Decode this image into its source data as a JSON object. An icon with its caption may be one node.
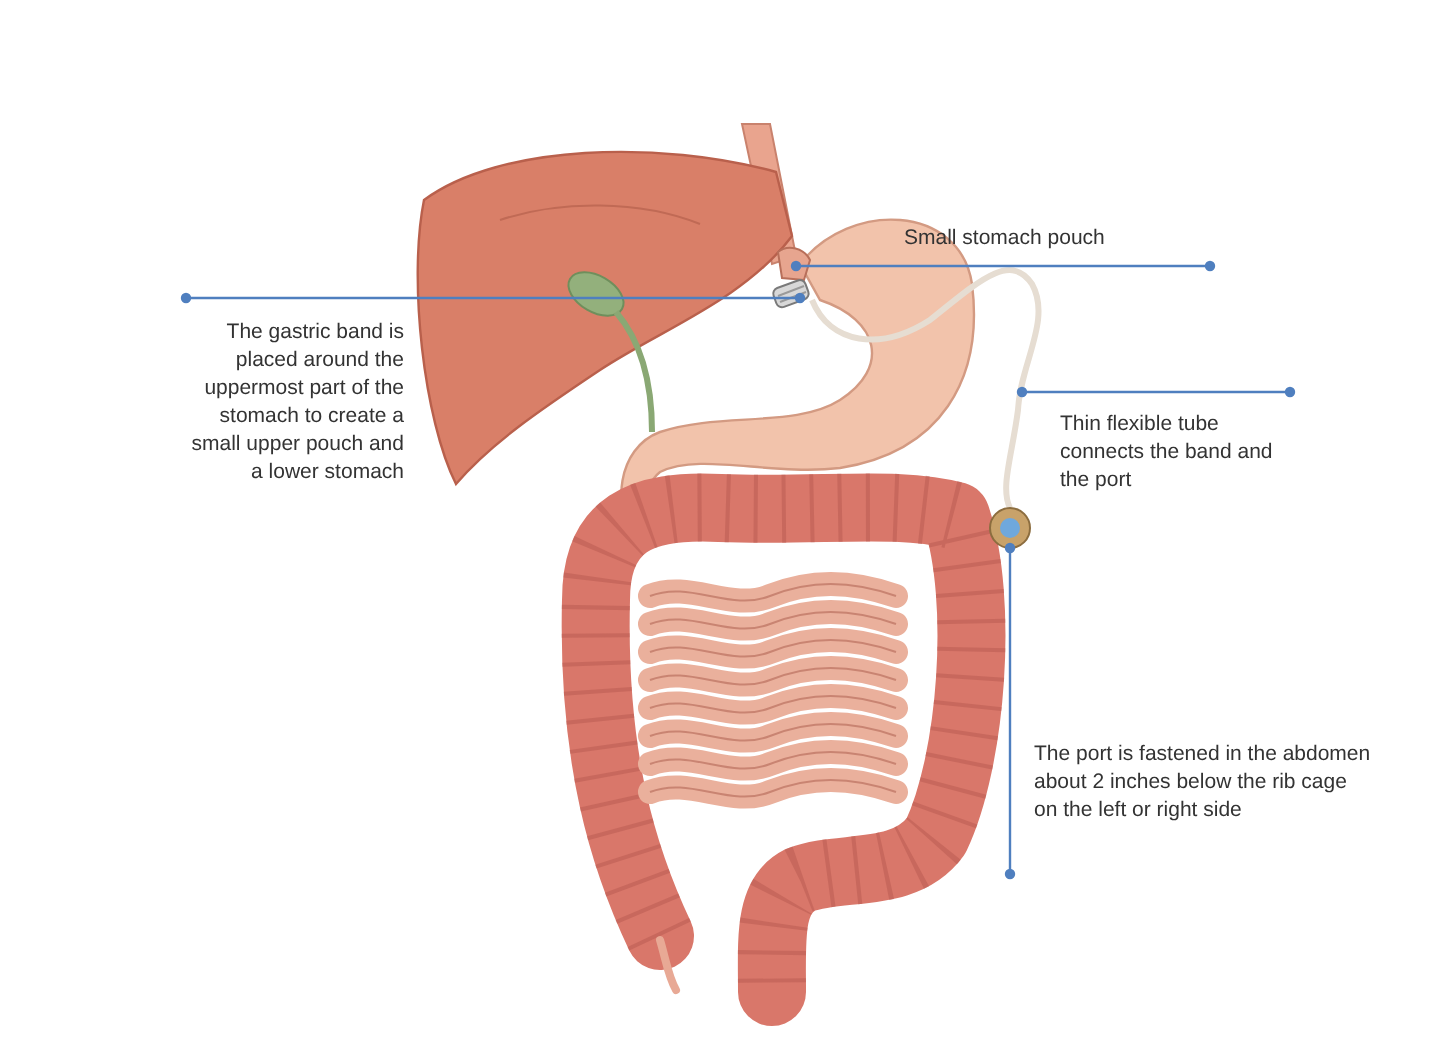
{
  "diagram": {
    "nodes": [
      {
        "text": [
          "The gastric band is placed around the uppermost part of the stomach to create a small upper pouch and a lower stomach"
        ]
      },
      {
        "text": [
          "Small stomach pouch"
        ]
      },
      {
        "text": [
          "Thin flexible tube connects the band and the port"
        ]
      },
      {
        "text": [
          "The port is fastened in the abdomen about 2 inches below the rib cage on the left or right side"
        ]
      },
      {
        "text": [],
        "shape": "picture"
      },
      {
        "text": [],
        "shape": "picture"
      },
      {
        "text": [],
        "shape": "picture"
      },
      {
        "text": [],
        "shape": "picture"
      }
    ],
    "edges": [
      {
        "from": 0,
        "to": 5,
        "arrow": "other"
      },
      {
        "from": 1,
        "to": 4,
        "arrow": "other"
      },
      {
        "from": 2,
        "to": 6,
        "arrow": "other"
      },
      {
        "from": 3,
        "to": 7,
        "arrow": "other"
      }
    ]
  }
}
